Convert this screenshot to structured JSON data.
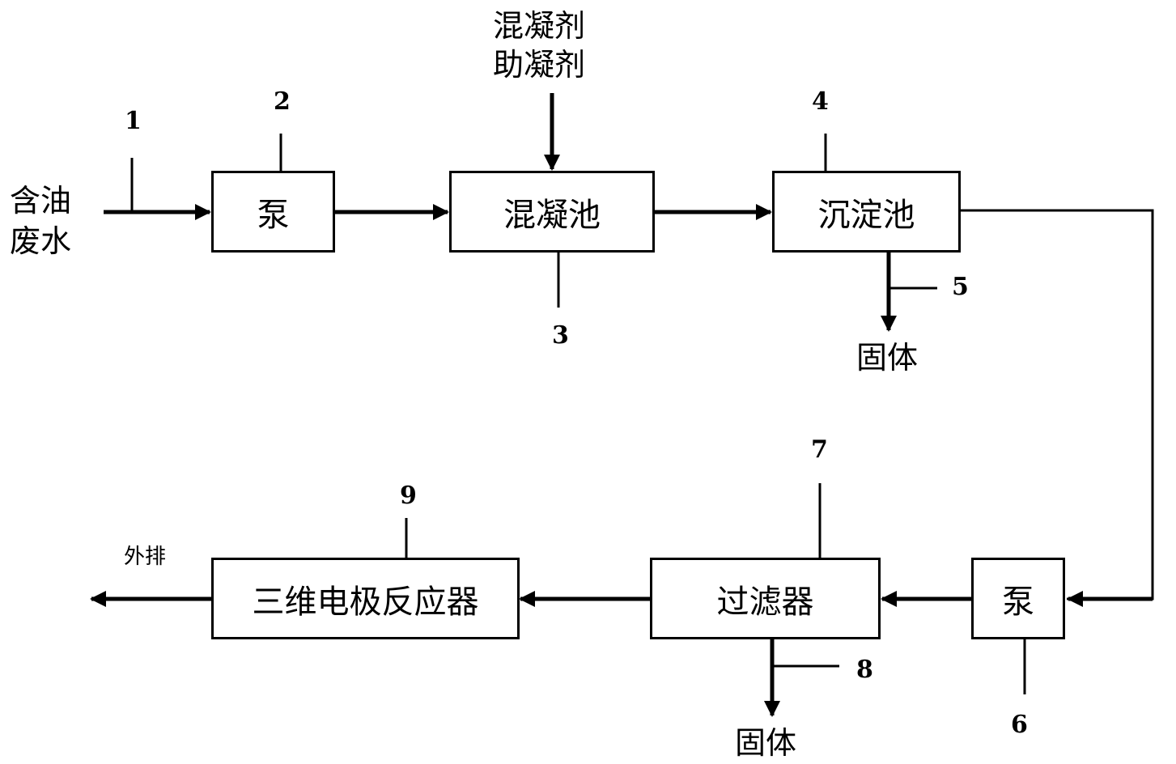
{
  "diagram": {
    "nodes": {
      "pump_1": "泵",
      "coag_tank": "混凝池",
      "settle_tank": "沉淀池",
      "pump_2": "泵",
      "filter": "过滤器",
      "reactor": "三维电极反应器"
    },
    "labels": {
      "inflow_line1": "含油",
      "inflow_line2": "废水",
      "coagulant": "混凝剂",
      "coag_aid": "助凝剂",
      "solid_1": "固体",
      "solid_2": "固体",
      "discharge": "外排"
    },
    "numbers": {
      "n1": "1",
      "n2": "2",
      "n3": "3",
      "n4": "4",
      "n5": "5",
      "n6": "6",
      "n7": "7",
      "n8": "8",
      "n9": "9"
    },
    "colors": {
      "line": "#000000",
      "background": "#ffffff"
    }
  }
}
